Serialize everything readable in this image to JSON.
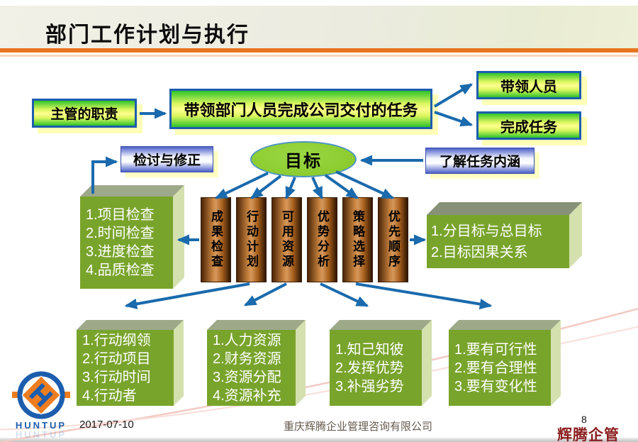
{
  "header": {
    "title": "部门工作计划与执行"
  },
  "flow": {
    "supervisor": "主管的职责",
    "mission": "带领部门人员完成公司交付的任务",
    "lead_people": "带领人员",
    "complete_tasks": "完成任务",
    "review": "检讨与修正",
    "goal": "目标",
    "understand": "了解任务内涵",
    "pillars": [
      "成果检查",
      "行动计划",
      "可用资源",
      "优势分析",
      "策略选择",
      "优先顺序"
    ],
    "check_box": [
      "1.项目检查",
      "2.时间检查",
      "3.进度检查",
      "4.品质检查"
    ],
    "goal_box": [
      "1.分目标与总目标",
      "2.目标因果关系"
    ],
    "action_box": [
      "1.行动纲领",
      "2.行动项目",
      "3.行动时间",
      "4.行动者"
    ],
    "resource_box": [
      "1.人力资源",
      "2.财务资源",
      "3.资源分配",
      "4.资源补充"
    ],
    "swot_box": [
      "1.知己知彼",
      "2.发挥优势",
      "3.补强劣势"
    ],
    "strategy_box": [
      "1.要有可行性",
      "2.要有合理性",
      "3.要有变化性"
    ]
  },
  "footer": {
    "date": "2017-07-10",
    "company": "重庆辉腾企业管理咨询有限公司",
    "page": "8",
    "watermark": "辉腾企管",
    "logo_text": "HUNTUP"
  },
  "colors": {
    "accent_orange": "#E8751E",
    "arrow_blue": "#1A6AAD",
    "box_green": "#2FC32A",
    "box_yellow": "#FEFF8E",
    "box_border_blue": "#1E5CB0",
    "pillar_copper": "#C98440",
    "cube_green": "#79A42C",
    "cube_top_gray": "#9EA98A",
    "ellipse_green": "#8CCC2F",
    "watermark_red": "#8B1E1E",
    "logo_blue": "#1C5DAD",
    "logo_orange": "#EE7D1F"
  }
}
